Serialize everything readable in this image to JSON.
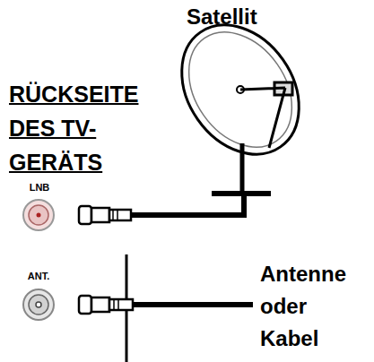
{
  "diagram": {
    "labels": [
      "Satellit",
      "RÜCKSEITE DES TV-GERÄTS",
      "LNB",
      "ANT.",
      "Antenne oder Kabel"
    ]
  }
}
